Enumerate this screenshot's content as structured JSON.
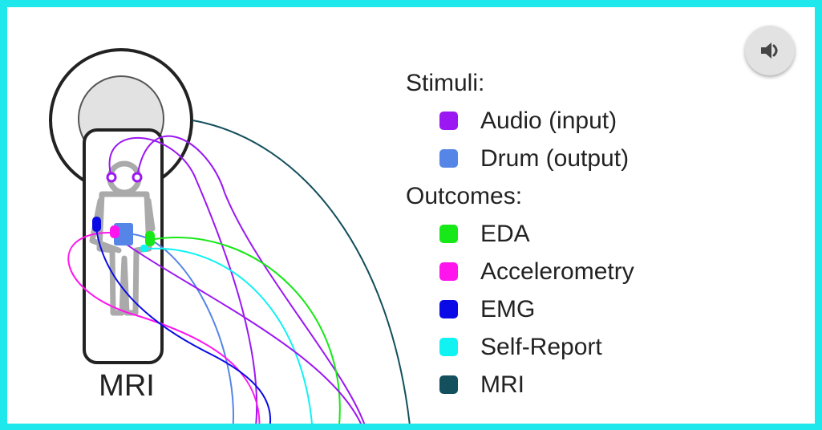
{
  "scanner": {
    "label": "MRI"
  },
  "sound_button": {
    "icon": "volume-icon"
  },
  "legend": {
    "stimuli_heading": "Stimuli:",
    "stimuli": [
      {
        "label": "Audio (input)",
        "color": "#9b18f2"
      },
      {
        "label": "Drum (output)",
        "color": "#5585e6"
      }
    ],
    "outcomes_heading": "Outcomes:",
    "outcomes": [
      {
        "label": "EDA",
        "color": "#17e817"
      },
      {
        "label": "Accelerometry",
        "color": "#ff14ee"
      },
      {
        "label": "EMG",
        "color": "#0a0ae6"
      },
      {
        "label": "Self-Report",
        "color": "#11f2f2"
      },
      {
        "label": "MRI",
        "color": "#134f5c"
      }
    ]
  },
  "colors": {
    "frame": "#1ee8ec",
    "figure": "#aaaaaa",
    "scanner_outline": "#222222"
  }
}
